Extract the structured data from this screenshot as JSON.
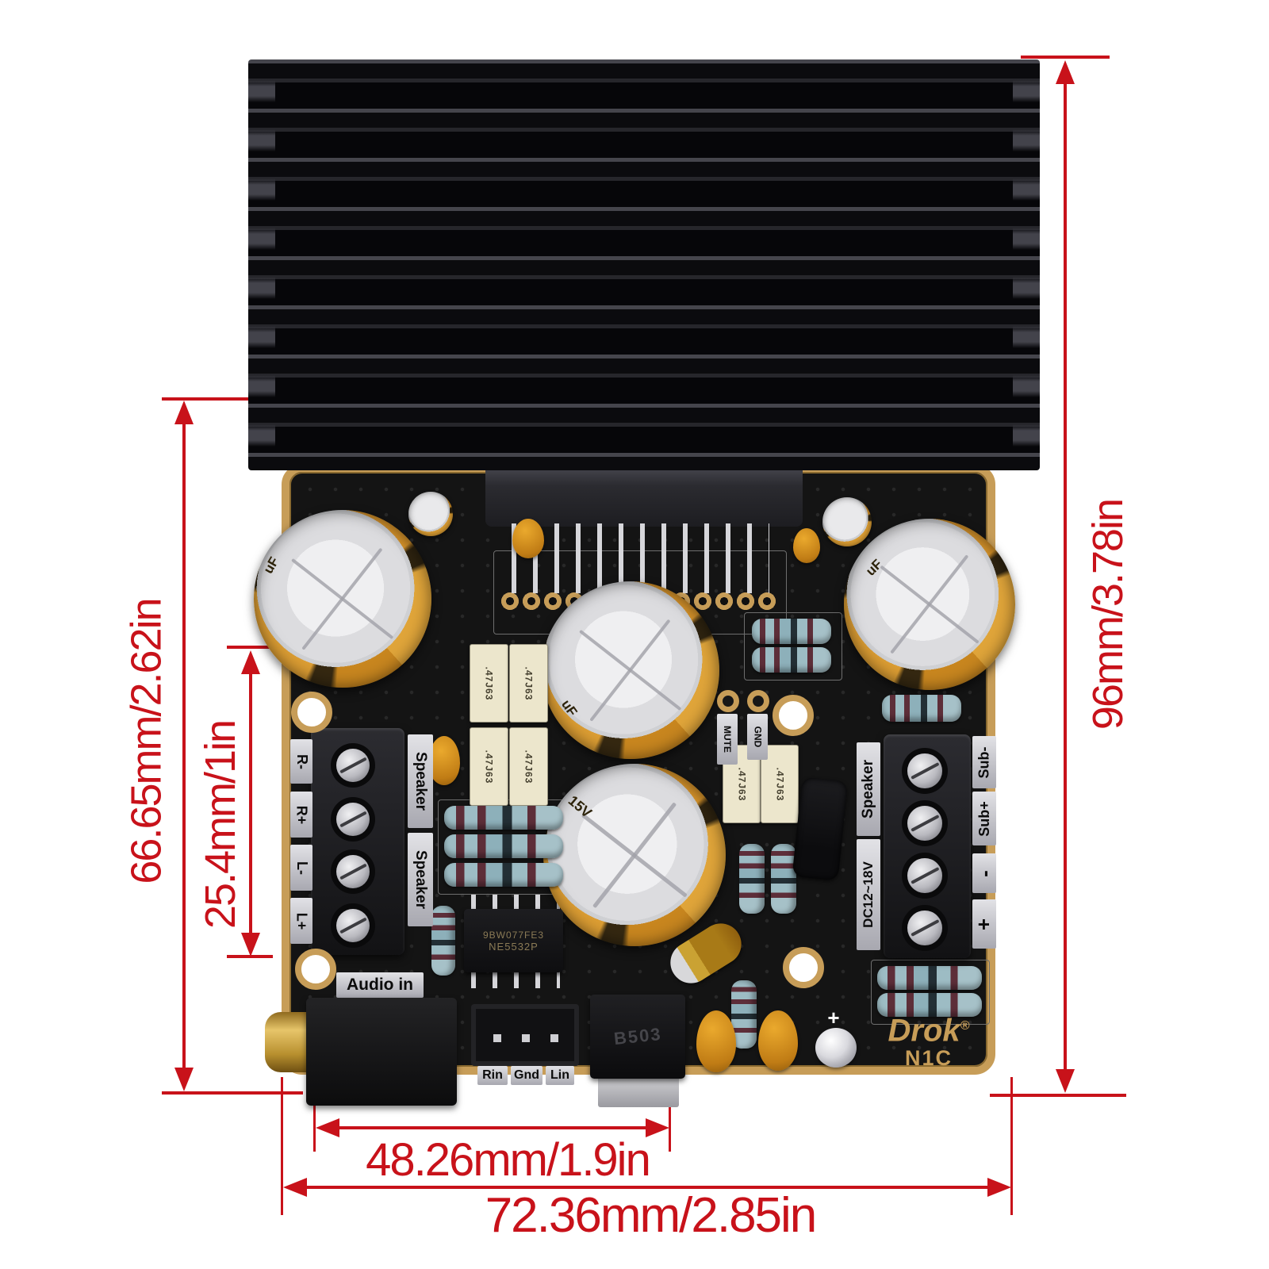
{
  "dimensions": {
    "color": "#c8121a",
    "left_outer": "66.65mm/2.62in",
    "left_inner": "25.4mm/1in",
    "right": "96mm/3.78in",
    "bottom_inner": "48.26mm/1.9in",
    "bottom_outer": "72.36mm/2.85in"
  },
  "board": {
    "brand": "Drok",
    "brand_reg": "®",
    "model": "N1C",
    "silkscreen": {
      "audio_in": "Audio in",
      "mute": "MUTE",
      "gnd": "GND",
      "header_pins": [
        "Rin",
        "Gnd",
        "Lin"
      ],
      "left_block_pins": [
        "R-",
        "R+",
        "L-",
        "L+"
      ],
      "left_block_side": [
        "Speaker",
        "Speaker"
      ],
      "right_block_side_left": [
        "Speaker",
        "DC12~18V"
      ],
      "right_block_side_right": [
        "Sub-",
        "Sub+",
        "-",
        "+"
      ],
      "led_plus": "+"
    },
    "components": {
      "ic_marking_line1": "9BW077FE3",
      "ic_marking_line2": "NE5532P",
      "film_cap_marking": ".47J63",
      "transistor_marking": "B503",
      "cap_marking_voltage": "15V",
      "cap_marking_uf": "uF"
    }
  }
}
